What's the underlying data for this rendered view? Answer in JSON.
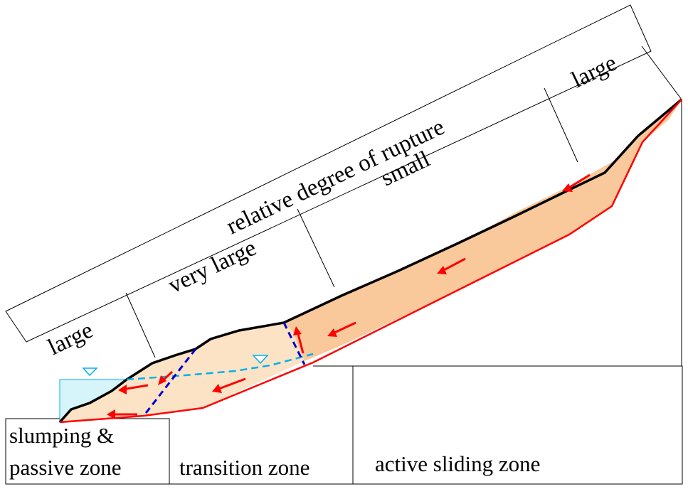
{
  "header": {
    "title": "relative degree of  rupture",
    "degrees": [
      "large",
      "very large",
      "small",
      "large"
    ]
  },
  "zones": {
    "slumping": "slumping &",
    "passive": "passive zone",
    "transition": "transition zone",
    "active": "active sliding zone"
  },
  "colors": {
    "landslide_dark": "#f9c99c",
    "landslide_light": "#fce3c6",
    "water": "#d6f5fb",
    "water_line": "#00b0f0",
    "sliding_surface": "#ff0000",
    "groundwater": "#00b0f0",
    "boundary": "#0000cc",
    "ground_surface": "#000000"
  },
  "icons": {
    "water_level": "inverted-triangle-icon",
    "arrow": "red-arrow-icon"
  }
}
